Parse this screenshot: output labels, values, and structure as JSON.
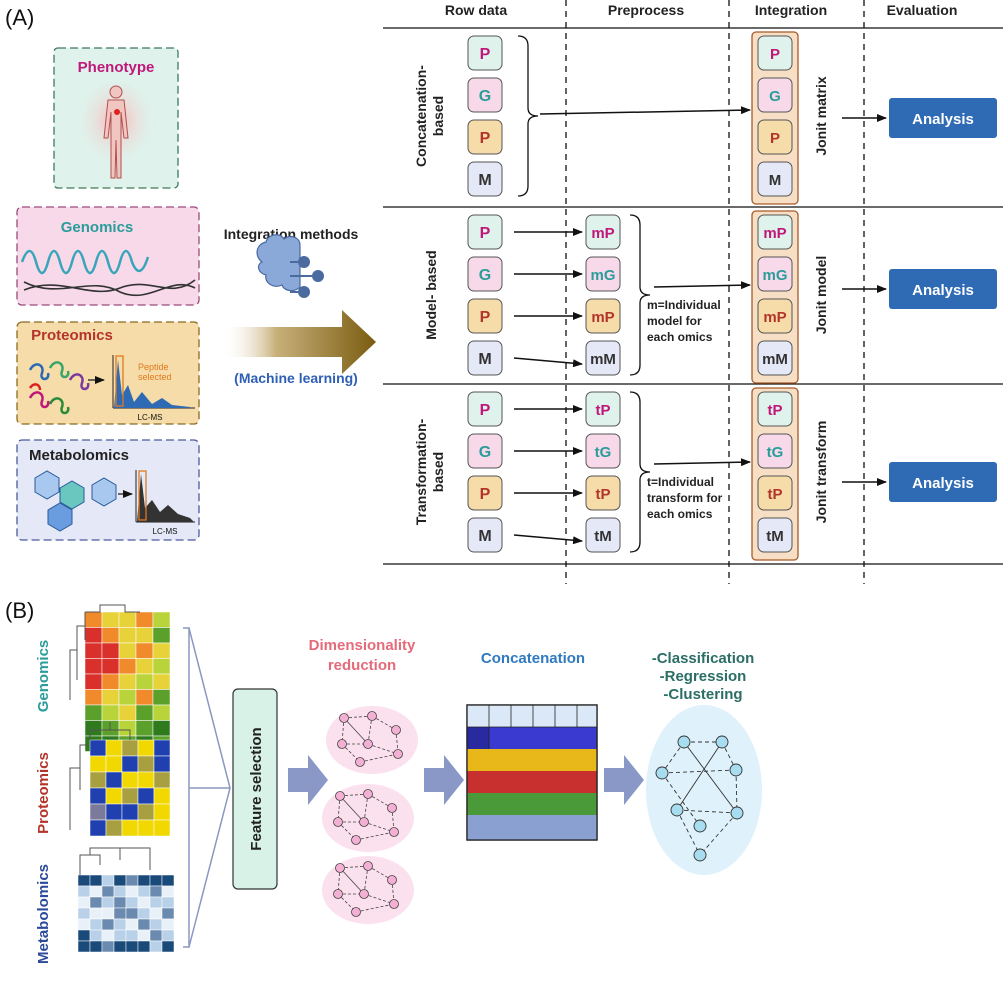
{
  "panelA": {
    "label": "(A)",
    "headers": {
      "row_data": "Row data",
      "preprocess": "Preprocess",
      "integration": "Integration",
      "evaluation": "Evaluation"
    },
    "sources": {
      "phenotype": "Phenotype",
      "genomics": "Genomics",
      "proteomics": "Proteomics",
      "metabolomics": "Metabolomics",
      "peptide": "Peptide selected",
      "lcms": "LC-MS"
    },
    "methods": {
      "title": "Integration methods",
      "subtitle": "(Machine learning)"
    },
    "rows": [
      {
        "name": "Concatenation-based",
        "line1": "Concatenation-",
        "line2": "based",
        "raw": [
          "P",
          "G",
          "P",
          "M"
        ],
        "pre": [],
        "note": [],
        "integ": [
          "P",
          "G",
          "P",
          "M"
        ],
        "integ_label": "Jonit matrix",
        "analysis": "Analysis"
      },
      {
        "name": "Model- based",
        "line1": "Model- based",
        "line2": "",
        "raw": [
          "P",
          "G",
          "P",
          "M"
        ],
        "pre": [
          "mP",
          "mG",
          "mP",
          "mM"
        ],
        "note": [
          "m=Individual",
          "model for",
          "each omics"
        ],
        "integ": [
          "mP",
          "mG",
          "mP",
          "mM"
        ],
        "integ_label": "Jonit model",
        "analysis": "Analysis"
      },
      {
        "name": "Transformation-based",
        "line1": "Transformation-",
        "line2": "based",
        "raw": [
          "P",
          "G",
          "P",
          "M"
        ],
        "pre": [
          "tP",
          "tG",
          "tP",
          "tM"
        ],
        "note": [
          "t=Individual",
          "transform for",
          "each omics"
        ],
        "integ": [
          "tP",
          "tG",
          "tP",
          "tM"
        ],
        "integ_label": "Jonit transform",
        "analysis": "Analysis"
      }
    ]
  },
  "panelB": {
    "label": "(B)",
    "genomics": "Genomics",
    "proteomics": "Proteomics",
    "metabolomics": "Metabolomics",
    "feature_selection": "Feature selection",
    "dimred_line1": "Dimensionality",
    "dimred_line2": "reduction",
    "concatenation": "Concatenation",
    "tasks": [
      "-Classification",
      "-Regression",
      "-Clustering"
    ]
  },
  "colors": {
    "P": "#c0187a",
    "G": "#2a9d9a",
    "P2": "#b3342a",
    "M": "#333333",
    "fill_P": "#dff2ec",
    "fill_G": "#f7d9ea",
    "fill_P2": "#f5dca8",
    "fill_M": "#e4e8f7",
    "analysis": "#2f6ab5",
    "integ_col": "#f6dfc4",
    "integ_border": "#a85a2a",
    "genomics_title": "#2a9d9a",
    "proteomics_title": "#b3342a",
    "metabolomics_title": "#2c4a9a",
    "phenotype_title": "#c0187a",
    "dimred": "#e56a7a",
    "concat": "#2f7ac0",
    "tasks": "#2a6e66"
  }
}
